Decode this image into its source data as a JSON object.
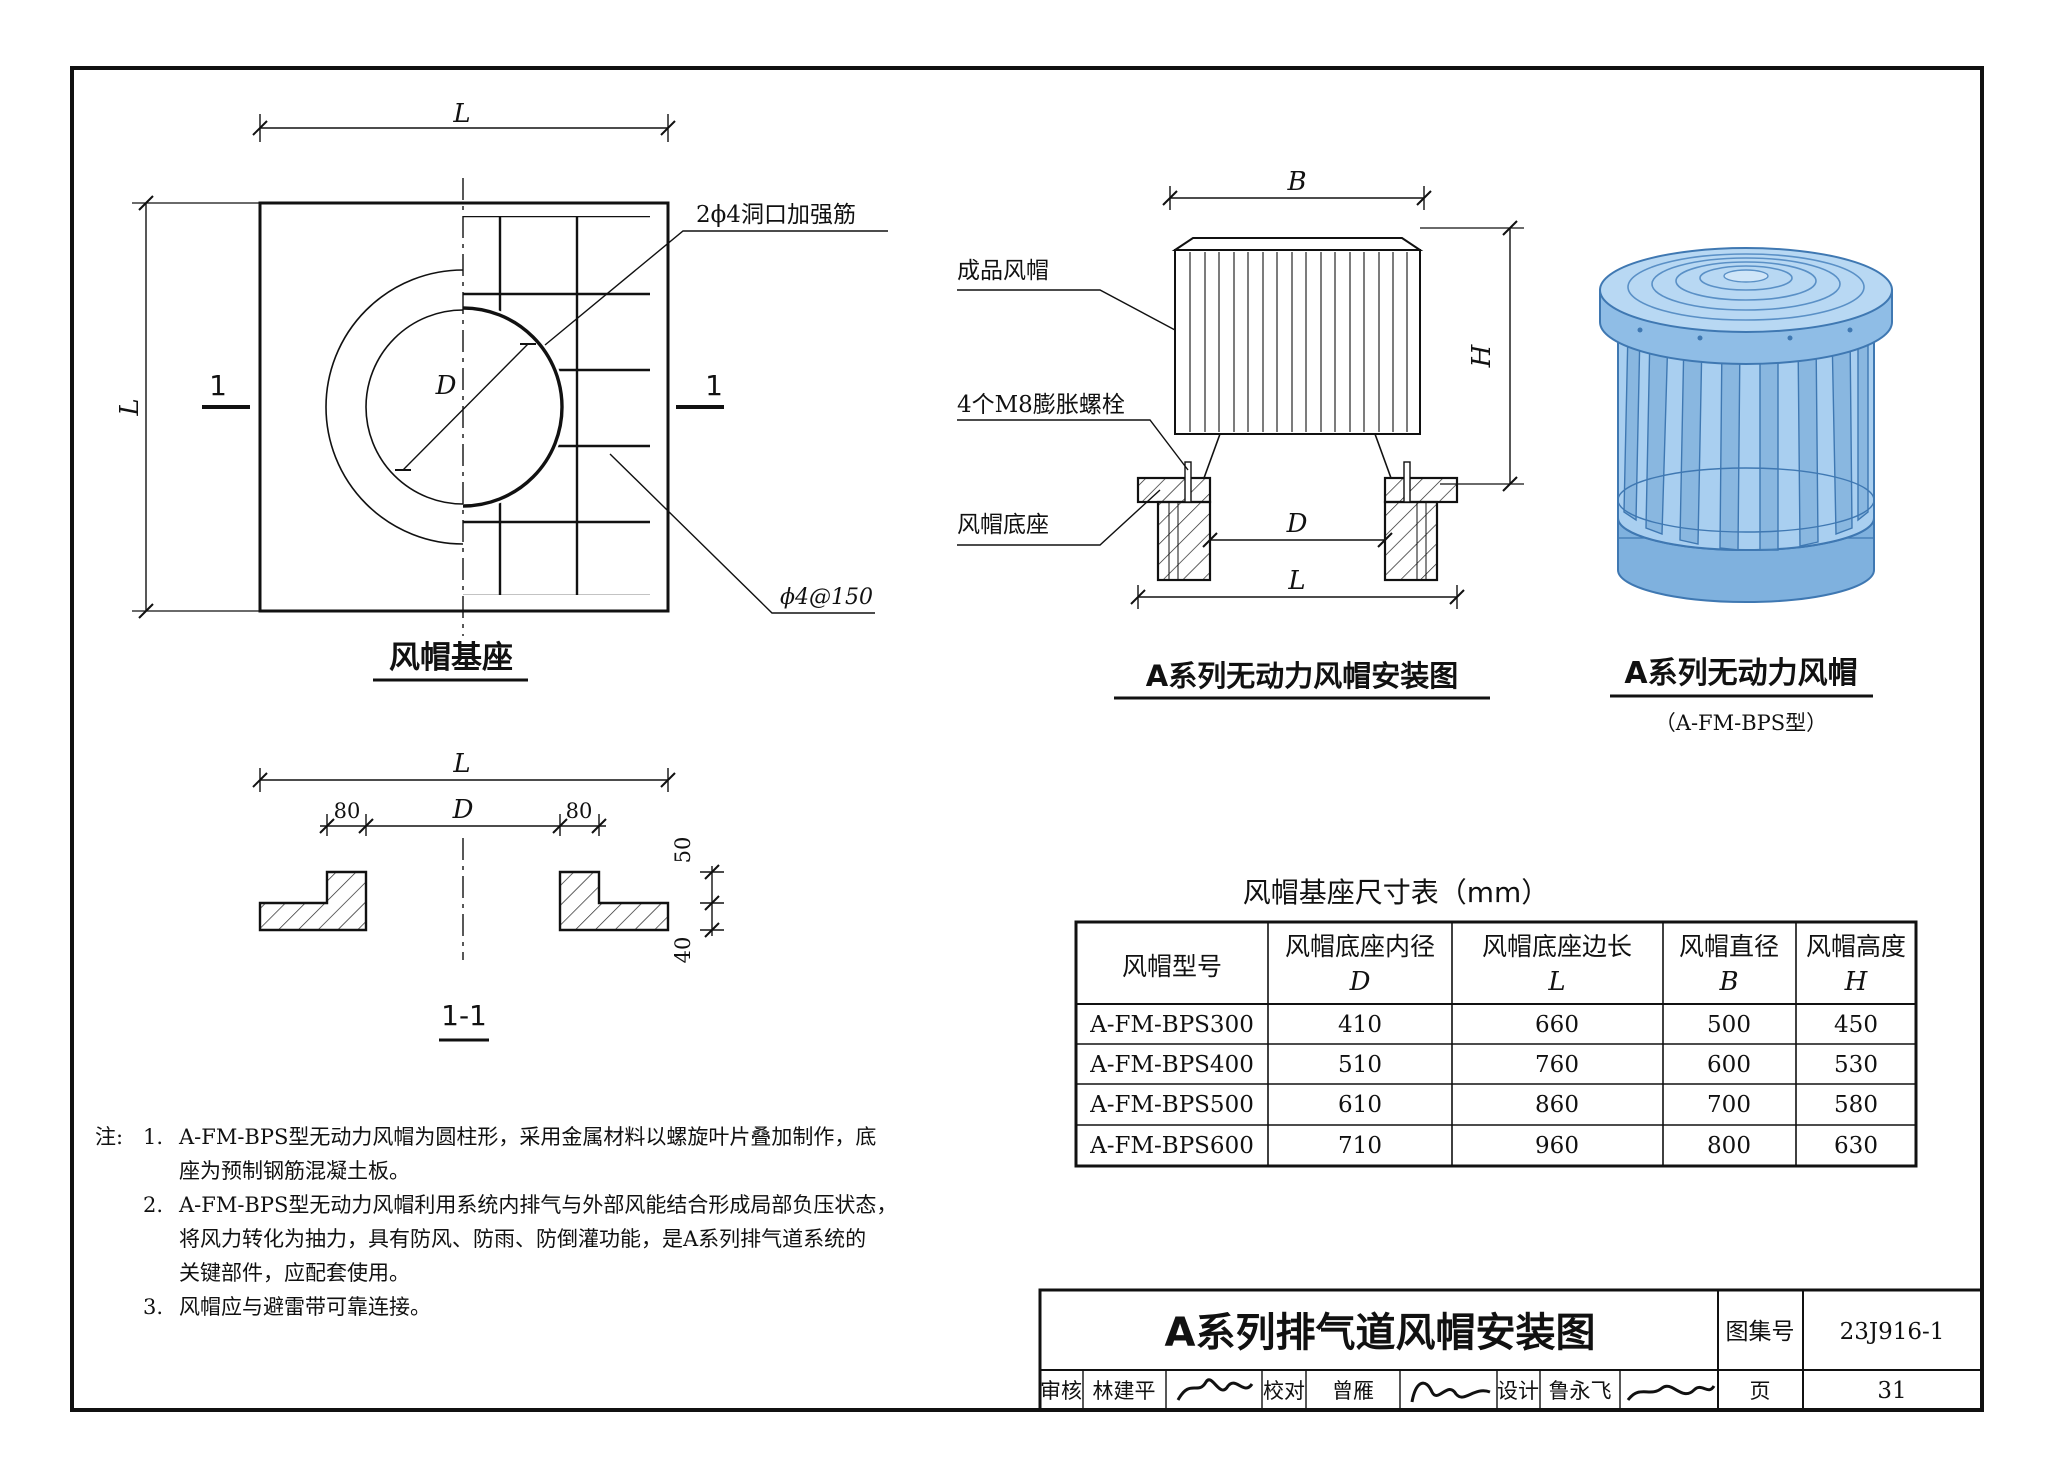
{
  "base_plan": {
    "dim_L_top": "L",
    "dim_L_left": "L",
    "section_mark_left": "1",
    "section_mark_right": "1",
    "dim_D": "D",
    "rebar_label_1": "2ϕ4洞口加强筋",
    "rebar_label_2": "ϕ4@150",
    "title": "风帽基座"
  },
  "section_1_1": {
    "dim_L": "L",
    "dim_80_left": "80",
    "dim_D": "D",
    "dim_80_right": "80",
    "dim_50": "50",
    "dim_40": "40",
    "title": "1-1"
  },
  "install": {
    "dim_B": "B",
    "dim_H": "H",
    "dim_D": "D",
    "dim_L": "L",
    "label_cap": "成品风帽",
    "label_bolt": "4个M8膨胀螺栓",
    "label_base": "风帽底座",
    "title": "A系列无动力风帽安装图"
  },
  "product": {
    "title": "A系列无动力风帽",
    "subtitle": "（A-FM-BPS型）",
    "colors": {
      "body": "#a9cff0",
      "shade": "#6fa4d4",
      "dark": "#3f78b2"
    }
  },
  "table": {
    "title": "风帽基座尺寸表（mm）",
    "headers": [
      {
        "line1": "风帽型号",
        "line2": ""
      },
      {
        "line1": "风帽底座内径",
        "line2": "D"
      },
      {
        "line1": "风帽底座边长",
        "line2": "L"
      },
      {
        "line1": "风帽直径",
        "line2": "B"
      },
      {
        "line1": "风帽高度",
        "line2": "H"
      }
    ],
    "rows": [
      [
        "A-FM-BPS300",
        "410",
        "660",
        "500",
        "450"
      ],
      [
        "A-FM-BPS400",
        "510",
        "760",
        "600",
        "530"
      ],
      [
        "A-FM-BPS500",
        "610",
        "860",
        "700",
        "580"
      ],
      [
        "A-FM-BPS600",
        "710",
        "960",
        "800",
        "630"
      ]
    ]
  },
  "notes": {
    "heading": "注:",
    "items": [
      {
        "num": "1.",
        "line1": "A-FM-BPS型无动力风帽为圆柱形，采用金属材料以螺旋叶片叠加制作，底",
        "line2": "座为预制钢筋混凝土板。",
        "line3": ""
      },
      {
        "num": "2.",
        "line1": "A-FM-BPS型无动力风帽利用系统内排气与外部风能结合形成局部负压状态，",
        "line2": "将风力转化为抽力，具有防风、防雨、防倒灌功能，是A系列排气道系统的",
        "line3": "关键部件，应配套使用。"
      },
      {
        "num": "3.",
        "line1": "风帽应与避雷带可靠连接。",
        "line2": "",
        "line3": ""
      }
    ]
  },
  "title_block": {
    "drawing_title": "A系列排气道风帽安装图",
    "atlas_label": "图集号",
    "atlas_no": "23J916-1",
    "review_label": "审核",
    "reviewer": "林建平",
    "check_label": "校对",
    "checker": "曾雁",
    "design_label": "设计",
    "designer": "鲁永飞",
    "page_label": "页",
    "page_no": "31"
  }
}
